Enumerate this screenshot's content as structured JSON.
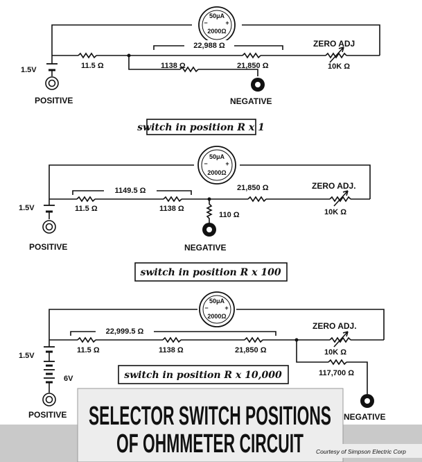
{
  "meter": {
    "current": "50μA",
    "resistance": "2000Ω",
    "minus": "−",
    "plus": "+"
  },
  "diagram1": {
    "battery": "1.5V",
    "r1": "11.5 Ω",
    "r2": "1138 Ω",
    "r3": "21,850 Ω",
    "bracket": "22,988 Ω",
    "zero": "ZERO ADJ",
    "rzero": "10K Ω",
    "positive": "POSITIVE",
    "negative": "NEGATIVE",
    "switch": "switch in position R x 1"
  },
  "diagram2": {
    "battery": "1.5V",
    "r1": "11.5 Ω",
    "r2": "1138 Ω",
    "r3": "21,850 Ω",
    "r4": "110 Ω",
    "bracket": "1149.5 Ω",
    "zero": "ZERO ADJ.",
    "rzero": "10K Ω",
    "positive": "POSITIVE",
    "negative": "NEGATIVE",
    "switch": "switch in position R x 100"
  },
  "diagram3": {
    "battery": "1.5V",
    "battery2": "6V",
    "r1": "11.5 Ω",
    "r2": "1138 Ω",
    "r3": "21,850 Ω",
    "bracket": "22,999.5 Ω",
    "zero": "ZERO ADJ.",
    "rzero": "10K Ω",
    "r5": "117,700 Ω",
    "positive": "POSITIVE",
    "negative": "NEGATIVE",
    "switch": "switch in position R x 10,000"
  },
  "title": {
    "line1": "SELECTOR SWITCH POSITIONS",
    "line2": "OF OHMMETER CIRCUIT"
  },
  "credit": "Courtesy of Simpson Electric Corp"
}
